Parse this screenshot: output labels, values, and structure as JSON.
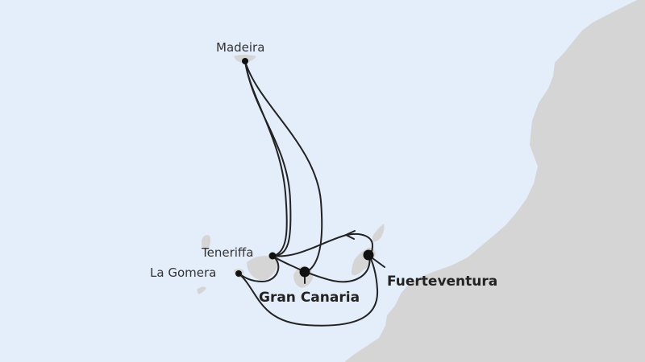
{
  "map": {
    "colors": {
      "sea": "#e4eefa",
      "land": "#d5d5d5",
      "route": "#222222",
      "label": "#333333"
    },
    "ports": [
      {
        "name": "Madeira",
        "emphasis": false
      },
      {
        "name": "Teneriffa",
        "emphasis": false
      },
      {
        "name": "La Gomera",
        "emphasis": false
      },
      {
        "name": "Gran Canaria",
        "emphasis": true
      },
      {
        "name": "Fuerteventura",
        "emphasis": true
      }
    ]
  }
}
